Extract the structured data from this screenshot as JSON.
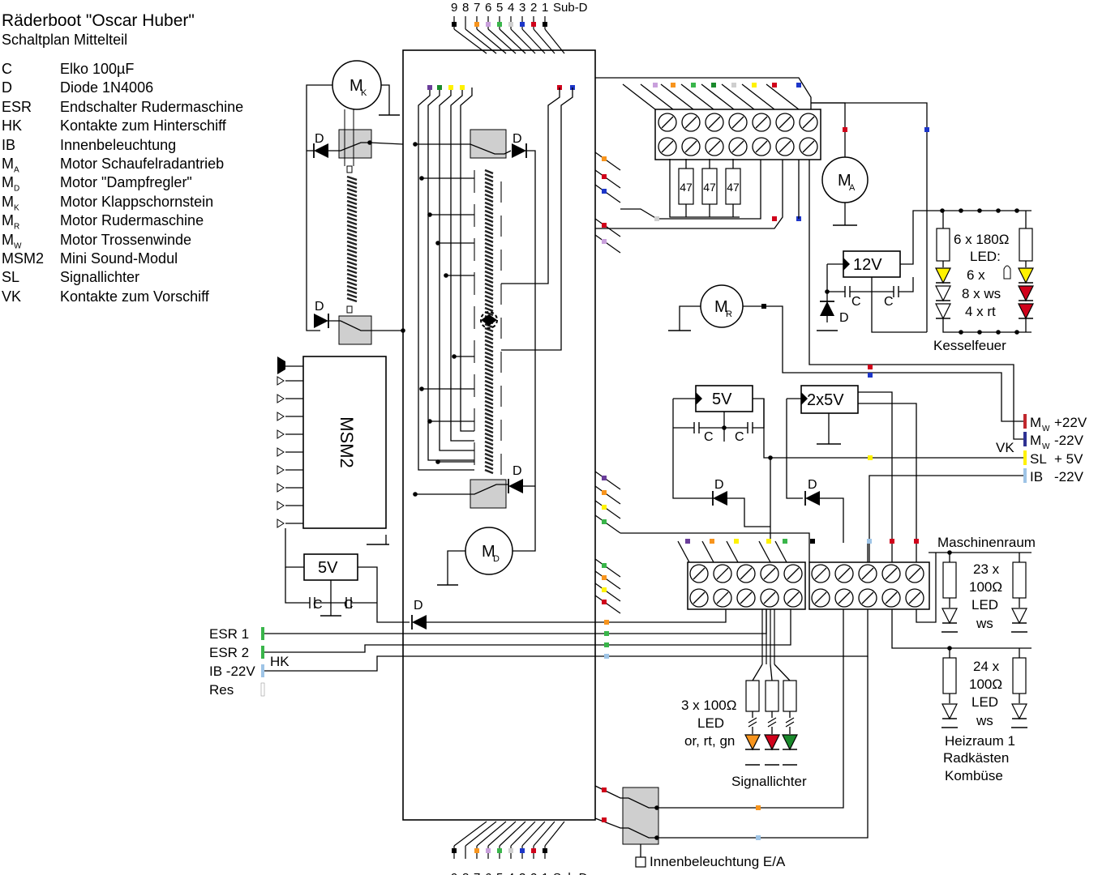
{
  "title": "Räderboot \"Oscar Huber\"",
  "subtitle": "Schaltplan Mittelteil",
  "legend": [
    {
      "abbr": "C",
      "sub": "",
      "text": "Elko 100µF"
    },
    {
      "abbr": "D",
      "sub": "",
      "text": "Diode 1N4006"
    },
    {
      "abbr": "ESR",
      "sub": "",
      "text": "Endschalter Rudermaschine"
    },
    {
      "abbr": "HK",
      "sub": "",
      "text": "Kontakte zum Hinterschiff"
    },
    {
      "abbr": "IB",
      "sub": "",
      "text": "Innenbeleuchtung"
    },
    {
      "abbr": "M",
      "sub": "A",
      "text": "Motor Schaufelradantrieb"
    },
    {
      "abbr": "M",
      "sub": "D",
      "text": "Motor \"Dampfregler\""
    },
    {
      "abbr": "M",
      "sub": "K",
      "text": "Motor Klappschornstein"
    },
    {
      "abbr": "M",
      "sub": "R",
      "text": "Motor Rudermaschine"
    },
    {
      "abbr": "M",
      "sub": "W",
      "text": "Motor Trossenwinde"
    },
    {
      "abbr": "MSM2",
      "sub": "",
      "text": "Mini Sound-Modul"
    },
    {
      "abbr": "SL",
      "sub": "",
      "text": "Signallichter"
    },
    {
      "abbr": "VK",
      "sub": "",
      "text": "Kontakte zum Vorschiff"
    }
  ],
  "connector": {
    "pins": [
      "9",
      "8",
      "7",
      "6",
      "5",
      "4",
      "3",
      "2",
      "1"
    ],
    "label": "Sub-D"
  },
  "motors": {
    "mk": {
      "letter": "M",
      "sub": "K"
    },
    "md": {
      "letter": "M",
      "sub": "D"
    },
    "ma": {
      "letter": "M",
      "sub": "A"
    },
    "mr": {
      "letter": "M",
      "sub": "R"
    }
  },
  "diode": "D",
  "capacitor": "C",
  "module": "MSM2",
  "regulators": {
    "r12": "12V",
    "r5a": "5V",
    "r5b": "5V",
    "r2x5": "2x5V"
  },
  "resistor_value": "47",
  "kesselfeuer": {
    "l1": "6 x 180Ω",
    "l2": "LED:",
    "l3": "6 x",
    "l4": "8 x ws",
    "l5": "4 x rt",
    "caption": "Kesselfeuer"
  },
  "outputs": [
    {
      "label": "M",
      "sub": "W",
      "value": "+22V",
      "color": "#c0272d"
    },
    {
      "label": "M",
      "sub": "W",
      "value": "-22V",
      "color": "#2e3192"
    },
    {
      "label": "SL",
      "sub": "",
      "value": "+ 5V",
      "color": "#fff200"
    },
    {
      "label": "IB",
      "sub": "",
      "value": "-22V",
      "color": "#9ec4e6"
    }
  ],
  "vk": "VK",
  "hk": "HK",
  "left_inputs": [
    {
      "label": "ESR 1",
      "color": "#39b54a"
    },
    {
      "label": "ESR 2",
      "color": "#39b54a"
    },
    {
      "label": "IB -22V",
      "color": "#9ec4e6"
    },
    {
      "label": "Res",
      "color": "#ffffff"
    }
  ],
  "maschinenraum": {
    "caption": "Maschinenraum",
    "l1": "23 x",
    "l2": "100Ω",
    "l3": "LED",
    "l4": "ws"
  },
  "heizraum": {
    "l1": "24 x",
    "l2": "100Ω",
    "l3": "LED",
    "l4": "ws",
    "c1": "Heizraum 1",
    "c2": "Radkästen",
    "c3": "Kombüse"
  },
  "signallichter": {
    "l1": "3 x 100Ω",
    "l2": "LED",
    "l3": "or, rt, gn",
    "caption": "Signallichter"
  },
  "innenbeleuchtung": "Innenbeleuchtung E/A",
  "colors": {
    "red": "#d0021b",
    "blue": "#1d36c9",
    "yellow": "#fff200",
    "green": "#39b54a",
    "orange": "#f7941d",
    "purple": "#6a3d9a",
    "lilac": "#c9a0dc",
    "lightblue": "#9ec4e6",
    "darkgreen": "#1a8a2c",
    "gray": "#cfcfcf",
    "hatch": "#222222"
  }
}
